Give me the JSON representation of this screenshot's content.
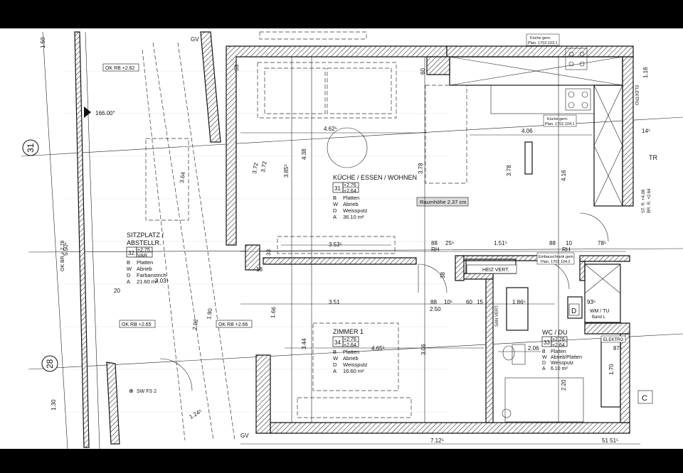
{
  "rooms": {
    "kitchen": {
      "name": "KÜCHE / ESSEN / WOHNEN",
      "num": "31",
      "h1": "+2.76",
      "h2": "+2.64",
      "B": "Platten",
      "W": "Abrieb",
      "D": "Weissputz",
      "A": "36.10 m²"
    },
    "zimmer": {
      "name": "ZIMMER 1",
      "num": "34",
      "h1": "+2.76",
      "h2": "+2.64",
      "B": "Platten",
      "W": "Abrieb",
      "D": "Weissputz",
      "A": "16.60 m²"
    },
    "wc": {
      "name": "WC / DU",
      "num": "33",
      "h1": "+2.76",
      "h2": "+2.64",
      "B": "Platten",
      "W": "Abrieb/Platten",
      "D": "Weissputz",
      "A": "6.10 m²"
    },
    "sitz": {
      "name1": "SITZPLATZ /",
      "name2": "ABSTELLR.",
      "num": "32",
      "h1": "+2.75",
      "h2": "VAR.",
      "B": "Platten",
      "W": "Abrieb",
      "D": "Farbanstrich",
      "A": "21.60 m²"
    }
  },
  "letters": {
    "b": "B",
    "w": "W",
    "d": "D",
    "a": "A"
  },
  "labels": {
    "raumhoehe": "Raumhöhe 2.37 cm",
    "heiz": "HEIZ VERT.",
    "san": "SAN VERT.",
    "elektro": "ELEKTRO",
    "elektro_side": "ELEKTRO",
    "wmtu": "WM / TU",
    "bandl": "Band L",
    "kueche_top1": "Küche gem.",
    "kueche_top2": "Plan. 1702.103.1",
    "kueche_mid1": "Küche gem.",
    "kueche_mid2": "Plan. 1702.104.1",
    "einbau1": "Einbauschrank gem.",
    "einbau2": "Plan. 1702.104.2",
    "axis31": "31",
    "axis28": "28",
    "angle": "166.00°",
    "ok1": "OK RB +2.62",
    "ok2": "OK RB +2.65",
    "ok3": "OK RB +2.66",
    "ok_br": "OK BR + 2.78",
    "swfs": "SW FS 2",
    "gv1": "GV",
    "gv2": "GV",
    "c": "C",
    "d_box": "D",
    "rh1": "RH",
    "rh2": "RH",
    "str": "ST. R. +4.98",
    "brr": "BR. R. +2.64",
    "tr": "TR"
  },
  "dims": {
    "d462": "4.62⁵",
    "d406": "4.06",
    "d438": "4.38",
    "d385": "3.85⁵",
    "d378a": "3.78",
    "d378b": "3.78",
    "d416": "4.16",
    "d353": "3.53⁵",
    "d351": "3.51",
    "d250": "2.50",
    "d88a": "88",
    "d25": "25⁵",
    "d151": "1.51⁵",
    "d88b": "88",
    "d10": "10",
    "d88c": "88",
    "d105": "10⁵",
    "d60": "60",
    "d15": "15",
    "d186": "1.86⁵",
    "d465": "4.65⁵",
    "d344": "3.44",
    "d306": "3.06",
    "d206": "2.06",
    "d220": "2.20",
    "d712": "7.12⁵",
    "d5151": "51 51⁵",
    "d550": "5.50⁵",
    "d130": "1.30",
    "d150": "1.50",
    "d372a": "3.72",
    "d364": "3.64",
    "d303": "3.03⁵",
    "d202": "2.02",
    "d190": "1.90",
    "d124": "1.24⁵",
    "d166": "1.66",
    "d87": "87⁵",
    "d170": "1.70",
    "d145": "14⁵",
    "d116": "1.16",
    "d93": "93⁵",
    "d78": "78⁵",
    "d53": "53",
    "d60b": "60",
    "d372b": "3.72",
    "d20": "20",
    "d18": "18",
    "d33": "33",
    "d38": "38"
  }
}
